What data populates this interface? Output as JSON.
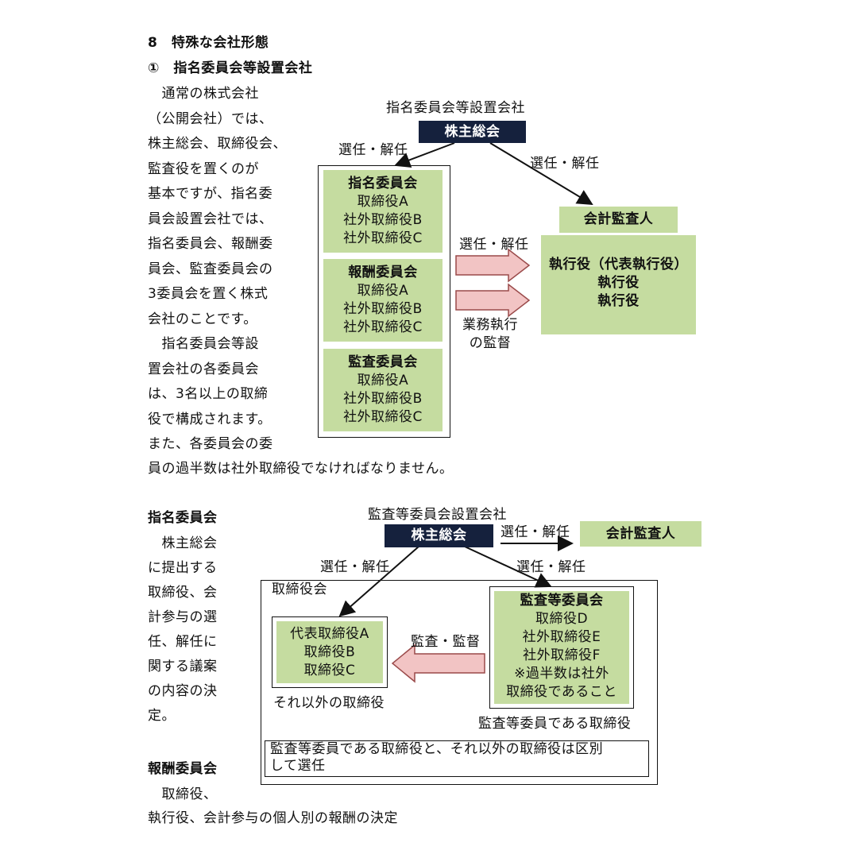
{
  "section_title": "8　特殊な会社形態",
  "sub_title": "①　指名委員会等設置会社",
  "left_text_1": [
    "　通常の株式会社",
    "（公開会社）では、",
    "株主総会、取締役会、",
    "監査役を置くのが",
    "基本ですが、指名委",
    "員会設置会社では、",
    "指名委員会、報酬委",
    "員会、監査委員会の",
    "3委員会を置く株式",
    "会社のことです。",
    "　指名委員会等設",
    "置会社の各委員会",
    "は、3名以上の取締",
    "役で構成されます。",
    "また、各委員会の委"
  ],
  "full_line_1": "員の過半数は社外取締役でなければなりません。",
  "diagram1": {
    "title": "指名委員会等設置会社",
    "shareholders": "株主総会",
    "label_left": "選任・解任",
    "label_right": "選任・解任",
    "committees": [
      {
        "name": "指名委員会",
        "members": [
          "取締役A",
          "社外取締役B",
          "社外取締役C"
        ]
      },
      {
        "name": "報酬委員会",
        "members": [
          "取締役A",
          "社外取締役B",
          "社外取締役C"
        ]
      },
      {
        "name": "監査委員会",
        "members": [
          "取締役A",
          "社外取締役B",
          "社外取締役C"
        ]
      }
    ],
    "arrow_top_label": "選任・解任",
    "arrow_bottom_label": [
      "業務執行",
      "の監督"
    ],
    "auditor": "会計監査人",
    "executives": [
      "執行役（代表執行役）",
      "執行役",
      "執行役"
    ]
  },
  "left_text_2": {
    "heading1": "指名委員会",
    "body1": [
      "　株主総会",
      "に提出する",
      "取締役、会",
      "計参与の選",
      "任、解任に",
      "関する議案",
      "の内容の決",
      "定。"
    ],
    "heading2": "報酬委員会",
    "body2_line1": "　取締役、",
    "body2_line2": "執行役、会計参与の個人別の報酬の決定"
  },
  "diagram2": {
    "title": "監査等委員会設置会社",
    "shareholders": "株主総会",
    "label_auditor_arrow": "選任・解任",
    "auditor": "会計監査人",
    "label_left": "選任・解任",
    "label_right": "選任・解任",
    "board_label": "取締役会",
    "other_directors": [
      "代表取締役A",
      "取締役B",
      "取締役C"
    ],
    "other_caption": "それ以外の取締役",
    "audit_committee": {
      "name": "監査等委員会",
      "members": [
        "取締役D",
        "社外取締役E",
        "社外取締役F",
        "※過半数は社外",
        "取締役であること"
      ]
    },
    "audit_caption": "監査等委員である取締役",
    "arrow_label": "監査・監督",
    "note": [
      "監査等委員である取締役と、それ以外の取締役は区別",
      "して選任"
    ]
  }
}
